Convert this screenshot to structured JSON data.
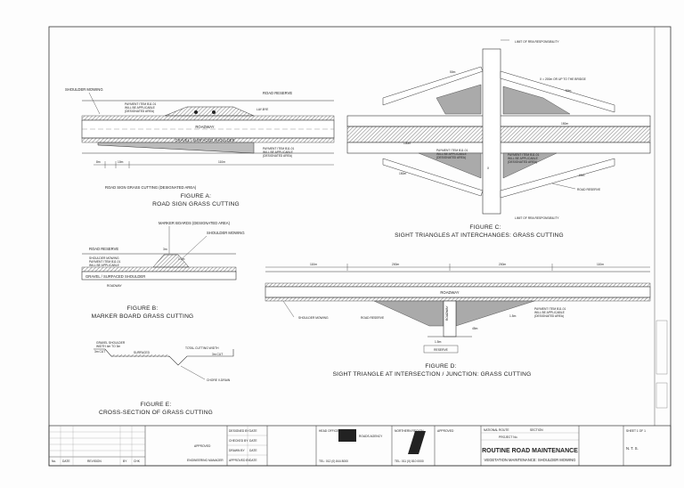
{
  "figures": {
    "a": {
      "caption_1": "FIGURE A:",
      "caption_2": "ROAD SIGN GRASS CUTTING",
      "shoulder_mowing": "SHOULDER MOWING",
      "road_reserve": "ROAD RESERVE",
      "pavement_note_1": "PAYMENT ITEM B11.01",
      "pavement_note_2": "WILL BE APPLICABLE",
      "pavement_note_3": "(DESIGNATED AREA)",
      "gravel_shoulder": "GRAVEL / SURFACED SHOULDER",
      "roadway": "ROADWAY",
      "dim_8m": "8m",
      "dim_10m": "10m",
      "dim_110m": "110m",
      "bottom_label": "ROAD SIGN GRASS CUTTING (DESIGNATED AREA)",
      "sign_label": "LAY-BYE"
    },
    "b": {
      "caption_1": "FIGURE B:",
      "caption_2": "MARKER BOARD GRASS CUTTING",
      "marker_boards": "MARKER BOARDS (DESIGNATED AREA)",
      "shoulder_mowing": "SHOULDER MOWING",
      "road_reserve": "ROAD RESERVE",
      "dim_3m": "3m",
      "dim_1_2m": "1.2m",
      "note_1": "SHOULDER MOWING",
      "note_2": "PAYMENT ITEM B11.01",
      "note_3": "WILL BE APPLICABLE",
      "gravel_shoulder": "GRAVEL / SURFACED SHOULDER",
      "roadway": "ROADWAY"
    },
    "c": {
      "caption_1": "FIGURE C:",
      "caption_2": "SIGHT TRIANGLES AT INTERCHANGES: GRASS CUTTING",
      "limit_top": "LIMIT OF RRA RESPONSIBILITY",
      "limit_bottom": "LIMIT OF RRA RESPONSIBILITY",
      "x_note": "X = 200m OR UP TO THE BRIDGE",
      "road_reserve": "ROAD RESERVE",
      "pay_1": "PAYMENT ITEM B11.01",
      "pay_2": "WILL BE APPLICABLE",
      "pay_3": "(DESIGNATED AREA)",
      "dim_50m_a": "50m",
      "dim_50m_b": "50m",
      "dim_150m_a": "150m",
      "dim_150m_b": "150m",
      "dim_150m_c": "150m",
      "dim_60m": "60m",
      "dim_x": "X"
    },
    "d": {
      "caption_1": "FIGURE D:",
      "caption_2": "SIGHT TRIANGLE AT INTERSECTION / JUNCTION: GRASS CUTTING",
      "dim_110m_l": "110m",
      "dim_200m_l": "200m",
      "dim_200m_r": "200m",
      "dim_110m_r": "110m",
      "roadway": "ROADWAY",
      "side_road": "ROADWAY",
      "shoulder_mowing": "SHOULDER MOWING",
      "road_reserve": "ROAD RESERVE",
      "pay_1": "PAYMENT ITEM B11.01",
      "pay_2": "WILL BE APPLICABLE",
      "pay_3": "(DESIGNATED AREA)",
      "dim_45m": "45m",
      "dim_1_5m_a": "1.5m",
      "dim_1_5m_b": "1.5m",
      "reserve": "RESERVE"
    },
    "e": {
      "caption_1": "FIGURE E:",
      "caption_2": "CROSS-SECTION OF GRASS CUTTING",
      "gravel_shoulder": "GRAVEL SHOULDER",
      "width_note": "WIDTH 4m TO 3m",
      "dim_left": "3m CUT",
      "surfaced": "SURFACED",
      "total_cutting": "TOTAL CUTTING WIDTH",
      "dim_right": "3m CUT",
      "v_drain": "CHORE V-DRAIN"
    }
  },
  "title_block": {
    "head_office": "HEAD OFFICE",
    "northern_region": "NORTHERN REGION",
    "approved": "APPROVED",
    "national_route": "NATIONAL ROUTE",
    "section": "SECTION",
    "project_no": "PROJECT No.",
    "title_main": "ROUTINE ROAD MAINTENANCE",
    "title_sub": "VEGETATION MAINTENANCE: SHOULDER MOWING",
    "tel_1": "TEL: 012 (0) 844 8000",
    "tel_2": "TEL: 011 (0) 810 0000",
    "roads_agency": "ROADS AGENCY",
    "sheet": "SHEET 1 OF 1",
    "scale": "N. T. S.",
    "designed_by": "DESIGNED BY",
    "checked_by": "CHECKED BY",
    "drawn_by": "DRAWN BY",
    "approved_by": "APPROVED BY",
    "date_1": "DATE",
    "date_2": "DATE",
    "date_3": "DATE",
    "date_4": "DATE",
    "approved_label": "APPROVED",
    "chief_label": "ENGINEERING MANAGER",
    "rev": "No.",
    "date_col": "DATE",
    "revision": "REVISION",
    "by": "BY",
    "chk": "CHK"
  }
}
